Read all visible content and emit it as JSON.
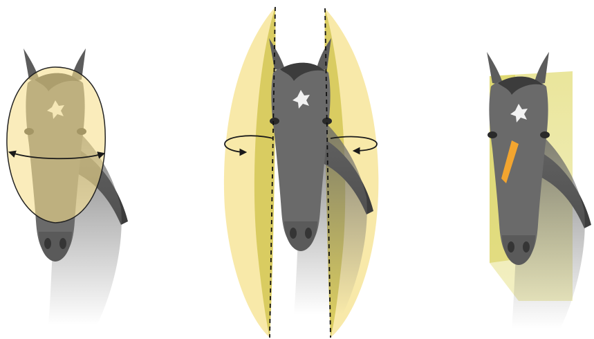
{
  "colors": {
    "background": "#ffffff",
    "field_fill": "#f6e08e",
    "field_dark": "#d9cf55",
    "field_edge": "#222222",
    "horse_coat": "#6a6a6a",
    "horse_dark": "#454545",
    "mane": "#3c3c3c",
    "blaze": "#f2f2f2",
    "blind_spot": "#f3a52f",
    "arrow": "#1a1a1a"
  },
  "panels": [
    {
      "id": "binocular",
      "icon": "horse-head-icon",
      "field": "oval-visual-field-icon",
      "arrow": "double-arrow-icon"
    },
    {
      "id": "monocular",
      "icon": "horse-head-icon",
      "field": "lens-visual-field-icon",
      "arrow": "rotation-arrow-icon"
    },
    {
      "id": "blind-spot",
      "icon": "horse-head-icon",
      "field": "prism-visual-field-icon",
      "marker": "orange-wedge-icon"
    }
  ]
}
